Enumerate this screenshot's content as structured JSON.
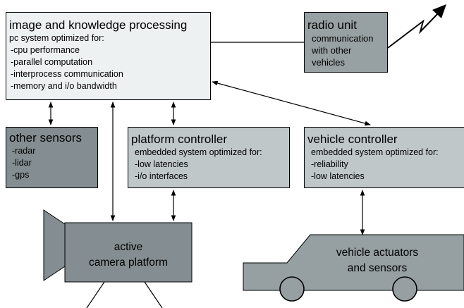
{
  "colors": {
    "main_box": "#eef1f2",
    "radio_box": "#97a0a3",
    "sensors_box": "#848e92",
    "controller_box": "#bfc7c9",
    "camera": "#848e92",
    "vehicle": "#969fa2",
    "line": "#000000"
  },
  "icons": {
    "radio_signal": "lightning-bolt-antenna",
    "camera": "camera-on-tripod",
    "vehicle": "car-silhouette"
  },
  "nodes": {
    "main": {
      "title": "image and knowledge processing",
      "subtitle": "pc system optimized for:",
      "items": [
        "cpu performance",
        "parallel computation",
        "interprocess communication",
        "memory and i/o bandwidth"
      ]
    },
    "radio": {
      "title": "radio unit",
      "subtitle": "communication with other vehicles"
    },
    "other_sensors": {
      "title": "other sensors",
      "items": [
        "radar",
        "lidar",
        "gps"
      ]
    },
    "platform_controller": {
      "title": "platform controller",
      "subtitle": "embedded system optimized for:",
      "items": [
        "low latencies",
        "i/o interfaces"
      ]
    },
    "vehicle_controller": {
      "title": "vehicle controller",
      "subtitle": "embedded system optimized for:",
      "items": [
        "reliability",
        "low latencies"
      ]
    },
    "camera": {
      "line1": "active",
      "line2": "camera platform"
    },
    "vehicle": {
      "line1": "vehicle actuators",
      "line2": "and sensors"
    }
  }
}
